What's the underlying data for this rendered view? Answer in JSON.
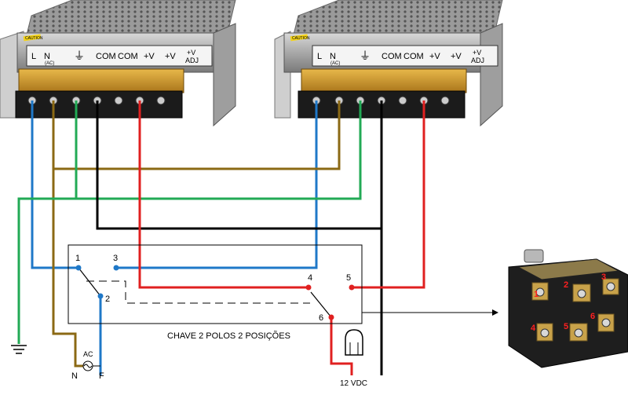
{
  "psu_labels": [
    "L",
    "N",
    "(AC)",
    "COM",
    "COM",
    "+V",
    "+V",
    "+V",
    "ADJ"
  ],
  "psu_caution": "CAUTION",
  "switch": {
    "caption": "CHAVE 2 POLOS 2 POSIÇÕES",
    "terminals": [
      "1",
      "2",
      "3",
      "4",
      "5",
      "6"
    ]
  },
  "ac": {
    "label": "AC",
    "n": "N",
    "f": "F"
  },
  "output_label": "12 VDC",
  "photo_terminals": [
    "1",
    "2",
    "3",
    "4",
    "5",
    "6"
  ],
  "colors": {
    "blue": "#1f78c8",
    "brown": "#8b6914",
    "green": "#22aa55",
    "black": "#000000",
    "red": "#e02020",
    "photo_label": "#ff2020"
  }
}
